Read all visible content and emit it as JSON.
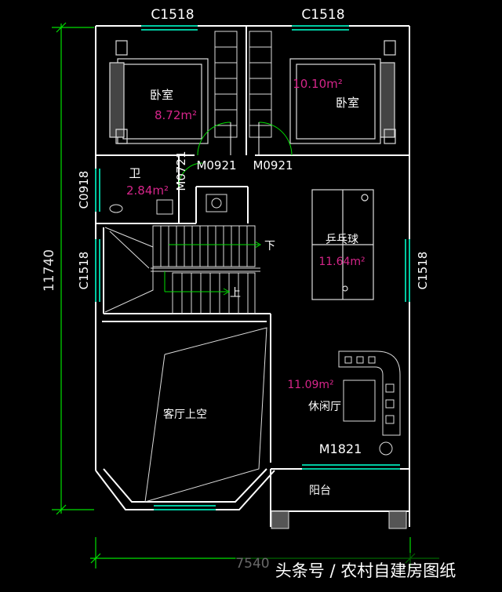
{
  "windows": {
    "top_left": "C1518",
    "top_right": "C1518",
    "left_bath": "C0918",
    "left_stair": "C1518",
    "right_pingpong": "C1518"
  },
  "doors": {
    "bed_left": "M0921",
    "bed_right": "M0921",
    "bath": "M0721",
    "lounge": "M1821"
  },
  "rooms": {
    "bedroom_left": {
      "name": "卧室",
      "area": "8.72m²"
    },
    "bedroom_right": {
      "name": "卧室",
      "area": "10.10m²"
    },
    "bathroom": {
      "name": "卫",
      "area": "2.84m²"
    },
    "pingpong": {
      "name": "乒乓球",
      "area": "11.64m²"
    },
    "lounge": {
      "name": "休闲厅",
      "area": "11.09m²"
    },
    "living_void": {
      "name": "客厅上空"
    },
    "balcony": {
      "name": "阳台"
    }
  },
  "stairs": {
    "down": "下",
    "up": "上"
  },
  "dimensions": {
    "depth": "11740",
    "width": "7540"
  },
  "watermark": "头条号 / 农村自建房图纸",
  "colors": {
    "background": "#000000",
    "wall": "#ffffff",
    "window": "#00c8a0",
    "door_frame": "#7ec8ff",
    "dimension": "#00e000",
    "furniture": "#dddddd",
    "area_text": "#d6258a"
  }
}
